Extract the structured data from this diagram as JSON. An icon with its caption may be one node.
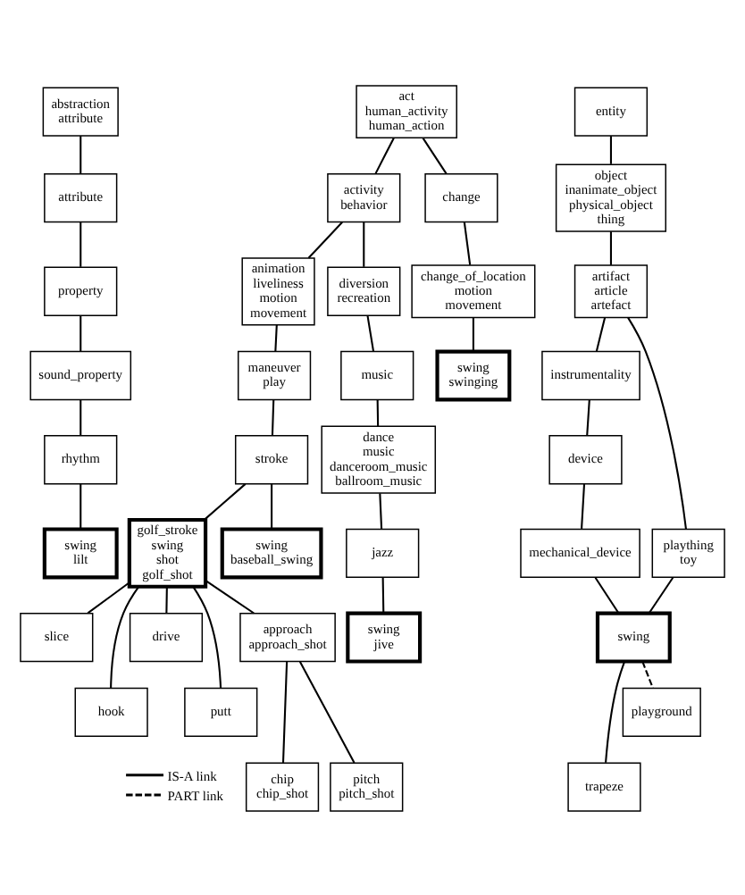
{
  "diagram": {
    "nodes": [
      {
        "text": [
          "abstraction",
          "attribute"
        ]
      },
      {
        "text": [
          "act",
          "human_activity",
          "human_action"
        ]
      },
      {
        "text": [
          "entity"
        ]
      },
      {
        "text": [
          "attribute"
        ]
      },
      {
        "text": [
          "activity",
          "behavior"
        ]
      },
      {
        "text": [
          "change"
        ]
      },
      {
        "text": [
          "object",
          "inanimate_object",
          "physical_object",
          "thing"
        ]
      },
      {
        "text": [
          "property"
        ]
      },
      {
        "text": [
          "animation",
          "liveliness",
          "motion",
          "movement"
        ]
      },
      {
        "text": [
          "diversion",
          "recreation"
        ]
      },
      {
        "text": [
          "change_of_location",
          "motion",
          "movement"
        ]
      },
      {
        "text": [
          "artifact",
          "article",
          "artefact"
        ]
      },
      {
        "text": [
          "sound_property"
        ]
      },
      {
        "text": [
          "maneuver",
          "play"
        ]
      },
      {
        "text": [
          "music"
        ]
      },
      {
        "text": [
          "swing",
          "swinging"
        ]
      },
      {
        "text": [
          "instrumentality"
        ]
      },
      {
        "text": [
          "rhythm"
        ]
      },
      {
        "text": [
          "stroke"
        ]
      },
      {
        "text": [
          "dance",
          "music",
          "danceroom_music",
          "ballroom_music"
        ]
      },
      {
        "text": [
          "device"
        ]
      },
      {
        "text": [
          "swing",
          "lilt"
        ]
      },
      {
        "text": [
          "golf_stroke",
          "swing",
          "shot",
          "golf_shot"
        ]
      },
      {
        "text": [
          "swing",
          "baseball_swing"
        ]
      },
      {
        "text": [
          "jazz"
        ]
      },
      {
        "text": [
          "mechanical_device"
        ]
      },
      {
        "text": [
          "plaything",
          "toy"
        ]
      },
      {
        "text": [
          "swing",
          "jive"
        ]
      },
      {
        "text": [
          "swing"
        ]
      },
      {
        "text": [
          "slice"
        ]
      },
      {
        "text": [
          "drive"
        ]
      },
      {
        "text": [
          "approach",
          "approach_shot"
        ]
      },
      {
        "text": [
          "playground"
        ]
      },
      {
        "text": [
          "hook"
        ]
      },
      {
        "text": [
          "putt"
        ]
      },
      {
        "text": [
          "trapeze"
        ]
      },
      {
        "text": [
          "chip",
          "chip_shot"
        ]
      },
      {
        "text": [
          "pitch",
          "pitch_shot"
        ]
      }
    ],
    "edges": [
      {
        "from": 0,
        "to": 3,
        "arrow": "none"
      },
      {
        "from": 3,
        "to": 7,
        "arrow": "none"
      },
      {
        "from": 7,
        "to": 12,
        "arrow": "none"
      },
      {
        "from": 12,
        "to": 17,
        "arrow": "none"
      },
      {
        "from": 17,
        "to": 21,
        "arrow": "none"
      },
      {
        "from": 1,
        "to": 4,
        "arrow": "none"
      },
      {
        "from": 1,
        "to": 5,
        "arrow": "none"
      },
      {
        "from": 4,
        "to": 8,
        "arrow": "none"
      },
      {
        "from": 4,
        "to": 9,
        "arrow": "none"
      },
      {
        "from": 8,
        "to": 13,
        "arrow": "none"
      },
      {
        "from": 13,
        "to": 18,
        "arrow": "none"
      },
      {
        "from": 18,
        "to": 22,
        "arrow": "none"
      },
      {
        "from": 18,
        "to": 23,
        "arrow": "none"
      },
      {
        "from": 22,
        "to": 29,
        "arrow": "none"
      },
      {
        "from": 22,
        "to": 33,
        "arrow": "none"
      },
      {
        "from": 22,
        "to": 30,
        "arrow": "none"
      },
      {
        "from": 22,
        "to": 34,
        "arrow": "none"
      },
      {
        "from": 22,
        "to": 31,
        "arrow": "none"
      },
      {
        "from": 31,
        "to": 36,
        "arrow": "none"
      },
      {
        "from": 31,
        "to": 37,
        "arrow": "none"
      },
      {
        "from": 9,
        "to": 14,
        "arrow": "none"
      },
      {
        "from": 14,
        "to": 19,
        "arrow": "none"
      },
      {
        "from": 19,
        "to": 24,
        "arrow": "none"
      },
      {
        "from": 24,
        "to": 27,
        "arrow": "none"
      },
      {
        "from": 5,
        "to": 10,
        "arrow": "none"
      },
      {
        "from": 10,
        "to": 15,
        "arrow": "none"
      },
      {
        "from": 2,
        "to": 6,
        "arrow": "none"
      },
      {
        "from": 6,
        "to": 11,
        "arrow": "none"
      },
      {
        "from": 11,
        "to": 16,
        "arrow": "none"
      },
      {
        "from": 11,
        "to": 26,
        "arrow": "none"
      },
      {
        "from": 16,
        "to": 20,
        "arrow": "none"
      },
      {
        "from": 20,
        "to": 25,
        "arrow": "none"
      },
      {
        "from": 25,
        "to": 28,
        "arrow": "none"
      },
      {
        "from": 26,
        "to": 28,
        "arrow": "none"
      },
      {
        "from": 28,
        "to": 35,
        "arrow": "none"
      },
      {
        "from": 28,
        "to": 32,
        "arrow": "none",
        "style": "dashed"
      }
    ],
    "legend": [
      {
        "text": "IS-A link"
      },
      {
        "text": "PART link"
      }
    ]
  }
}
